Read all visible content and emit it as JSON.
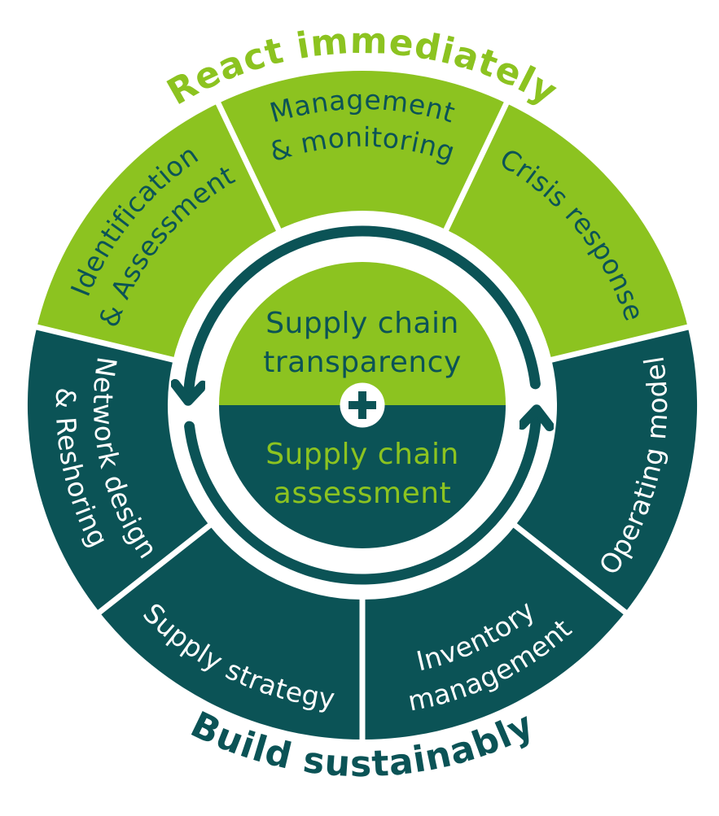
{
  "colors": {
    "green": "#8CC320",
    "teal": "#0B5356",
    "white": "#FFFFFF"
  },
  "titles": {
    "top": "React immediately",
    "bottom": "Build sustainably"
  },
  "segments": [
    {
      "id": "identification-assessment",
      "half": "react",
      "lines": [
        "Identification",
        "& Assessment"
      ]
    },
    {
      "id": "management-monitoring",
      "half": "react",
      "lines": [
        "Management",
        "& monitoring"
      ]
    },
    {
      "id": "crisis-response",
      "half": "react",
      "lines": [
        "Crisis response"
      ]
    },
    {
      "id": "network-design-reshoring",
      "half": "build",
      "lines": [
        "Network design",
        "& Reshoring"
      ]
    },
    {
      "id": "supply-strategy",
      "half": "build",
      "lines": [
        "Supply strategy"
      ]
    },
    {
      "id": "inventory-management",
      "half": "build",
      "lines": [
        "Inventory",
        "management"
      ]
    },
    {
      "id": "operating-model",
      "half": "build",
      "lines": [
        "Operating model"
      ]
    }
  ],
  "center": {
    "top": {
      "lines": [
        "Supply chain",
        "transparency"
      ]
    },
    "bottom": {
      "lines": [
        "Supply chain",
        "assessment"
      ]
    },
    "plus": "+"
  },
  "icons": {
    "cycle": "counterclockwise-cycle-arrows-icon",
    "plus": "plus-in-circle-icon"
  }
}
